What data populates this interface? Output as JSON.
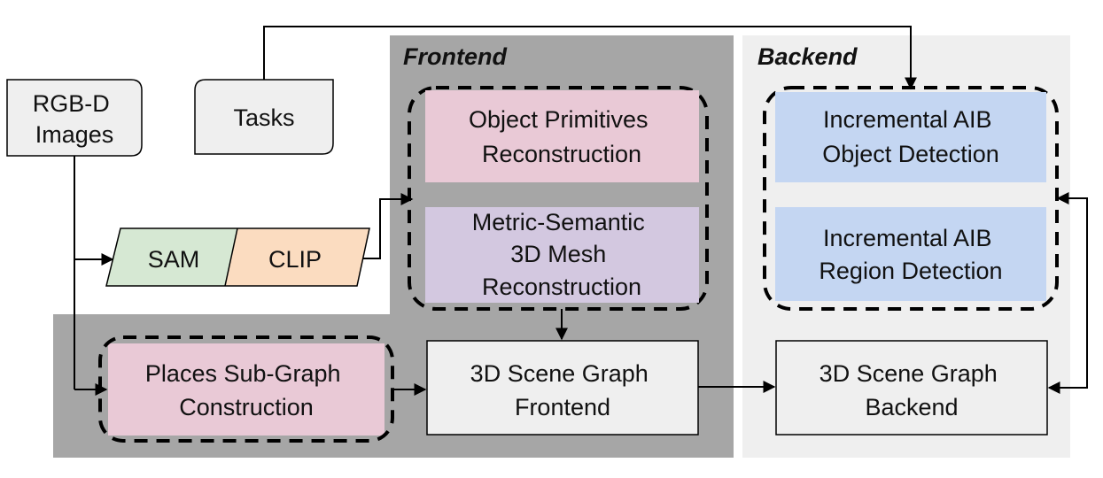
{
  "sections": {
    "frontend": "Frontend",
    "backend": "Backend"
  },
  "nodes": {
    "rgbd": [
      "RGB-D",
      "Images"
    ],
    "tasks": [
      "Tasks"
    ],
    "sam": [
      "SAM"
    ],
    "clip": [
      "CLIP"
    ],
    "object_primitives": [
      "Object Primitives",
      "Reconstruction"
    ],
    "mesh": [
      "Metric-Semantic",
      "3D Mesh",
      "Reconstruction"
    ],
    "places": [
      "Places Sub-Graph",
      "Construction"
    ],
    "sg_frontend": [
      "3D Scene Graph",
      "Frontend"
    ],
    "aib_object": [
      "Incremental AIB",
      "Object Detection"
    ],
    "aib_region": [
      "Incremental AIB",
      "Region Detection"
    ],
    "sg_backend": [
      "3D Scene Graph",
      "Backend"
    ]
  },
  "colors": {
    "frontend_bg": "#a6a6a6",
    "backend_bg": "#efefef",
    "pink": "#e9c9d6",
    "lavender": "#d3c8e0",
    "blue": "#c4d6f2",
    "green": "#d6e8d3",
    "peach": "#fbdcc0",
    "gray_box": "#efefef"
  }
}
